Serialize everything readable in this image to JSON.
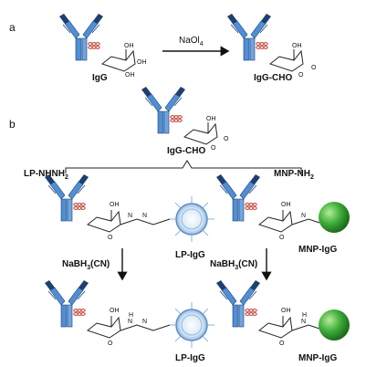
{
  "panel_a": "a",
  "panel_b": "b",
  "reagent_top": "NaOl",
  "reagent_top_sub": "4",
  "label_igg": "IgG",
  "label_igg_cho": "IgG-CHO",
  "label_igg_cho_b": "IgG-CHO",
  "branch_left": "LP-NHNH",
  "branch_left_sub": "2",
  "branch_right": "MNP-NH",
  "branch_right_sub": "2",
  "label_lp_igg_mid": "LP-IgG",
  "label_mnp_igg_mid": "MNP-IgG",
  "reduct_left": "NaBH",
  "reduct_left_sub": "3",
  "reduct_left_tail": "(CN)",
  "reduct_right": "NaBH",
  "reduct_right_sub": "3",
  "reduct_right_tail": "(CN)",
  "label_lp_igg_bot": "LP-IgG",
  "label_mnp_igg_bot": "MNP-IgG",
  "atom_oh": "OH",
  "atom_o": "O",
  "atom_n": "N",
  "atom_h": "H",
  "colors": {
    "antibody_blue": "#4f8fd6",
    "antibody_dark": "#1f3f6e",
    "sugar_red": "#c0392b",
    "sphere_green": "#3fae3a",
    "liposome_blue": "#8fb8e0"
  }
}
